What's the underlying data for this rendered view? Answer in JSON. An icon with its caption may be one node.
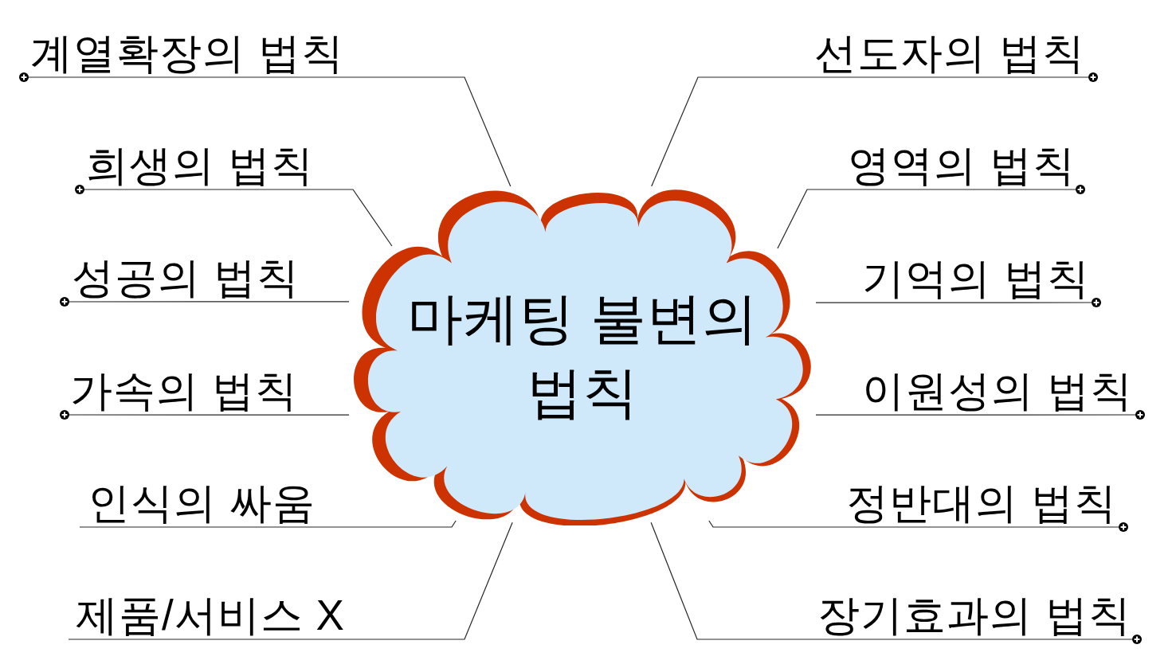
{
  "diagram": {
    "nodes": [
      {
        "text": [
          "마케팅 불변의 법칙"
        ]
      },
      {
        "text": [
          "계열확장의 법칙"
        ]
      },
      {
        "text": [
          "선도자의 법칙"
        ]
      },
      {
        "text": [
          "희생의 법칙"
        ]
      },
      {
        "text": [
          "영역의 법칙"
        ]
      },
      {
        "text": [
          "성공의 법칙"
        ]
      },
      {
        "text": [
          "기억의 법칙"
        ]
      },
      {
        "text": [
          "가속의 법칙"
        ]
      },
      {
        "text": [
          "이원성의 법칙"
        ]
      },
      {
        "text": [
          "인식의 싸움"
        ]
      },
      {
        "text": [
          "정반대의 법칙"
        ]
      },
      {
        "text": [
          "제품/서비스 X"
        ]
      },
      {
        "text": [
          "장기효과의 법칙"
        ]
      }
    ],
    "edges": [
      {
        "from": 0,
        "to": 1,
        "arrow": "other"
      },
      {
        "from": 0,
        "to": 2,
        "arrow": "other"
      },
      {
        "from": 0,
        "to": 3,
        "arrow": "other"
      },
      {
        "from": 0,
        "to": 4,
        "arrow": "other"
      },
      {
        "from": 0,
        "to": 5,
        "arrow": "other"
      },
      {
        "from": 0,
        "to": 6,
        "arrow": "other"
      },
      {
        "from": 0,
        "to": 7,
        "arrow": "other"
      },
      {
        "from": 0,
        "to": 8,
        "arrow": "other"
      },
      {
        "from": 0,
        "to": 9,
        "arrow": "none"
      },
      {
        "from": 0,
        "to": 10,
        "arrow": "other"
      },
      {
        "from": 0,
        "to": 11,
        "arrow": "none"
      },
      {
        "from": 0,
        "to": 12,
        "arrow": "other"
      }
    ]
  }
}
